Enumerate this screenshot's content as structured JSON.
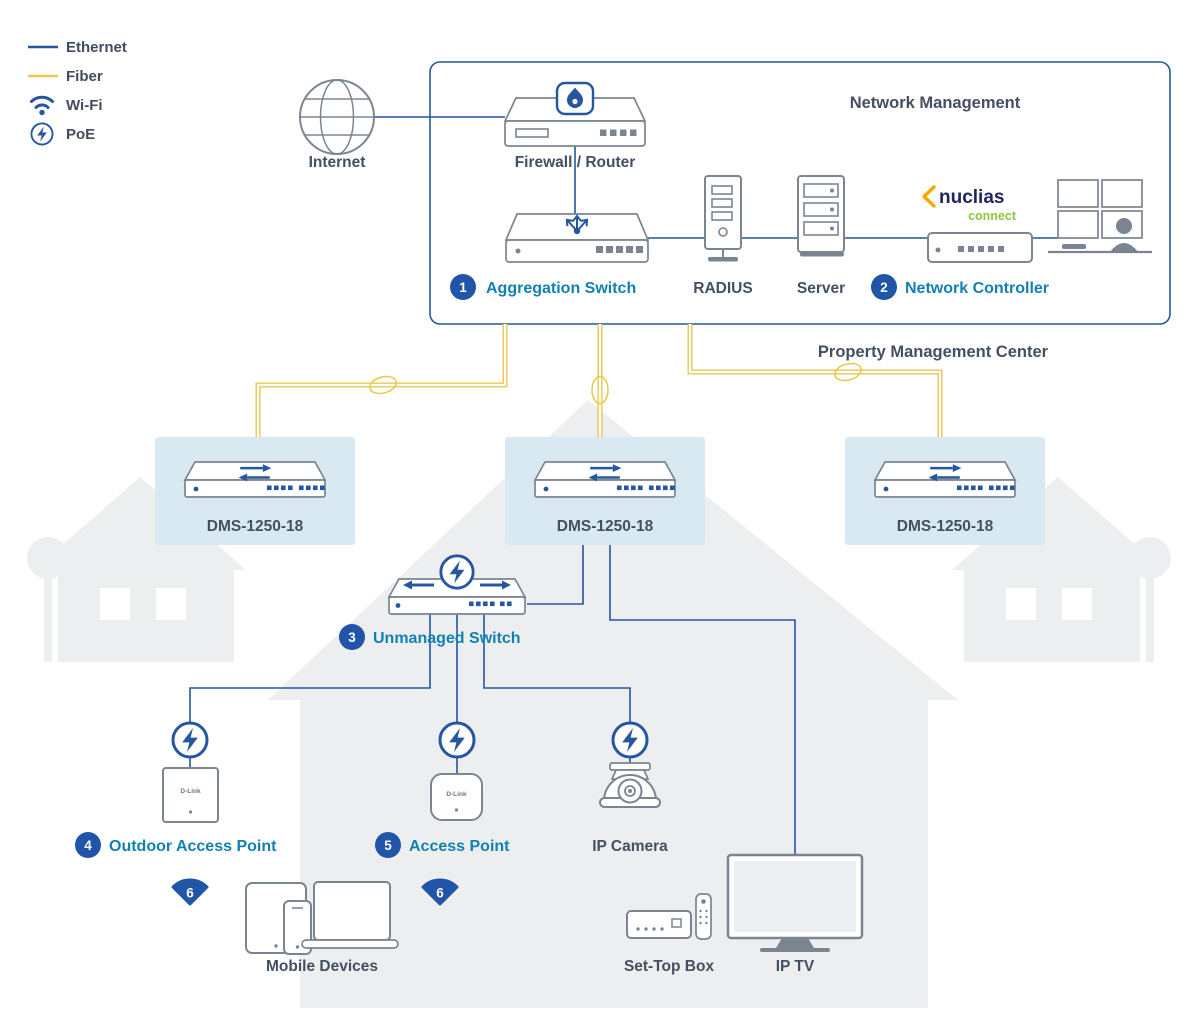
{
  "colors": {
    "ethernet_line": "#2457A0",
    "fiber_line": "#E9C750",
    "badge_blue": "#2155A8",
    "accent_teal": "#1181B2",
    "label_text": "#445061",
    "device_outline": "#7B8591",
    "dms_panel": "#D8E9F2",
    "house_silhouette": "#ECEEEF",
    "nuclias_navy": "#20255F",
    "nuclias_orange": "#F7A800",
    "nuclias_green": "#8CC63E"
  },
  "legend": {
    "ethernet": "Ethernet",
    "fiber": "Fiber",
    "wifi": "Wi-Fi",
    "poe": "PoE"
  },
  "management": {
    "title": "Network Management",
    "footer": "Property Management Center",
    "internet": "Internet",
    "firewall": "Firewall / Router",
    "aggregation": {
      "num": "1",
      "label": "Aggregation Switch"
    },
    "radius": "RADIUS",
    "server": "Server",
    "controller": {
      "num": "2",
      "label": "Network Controller"
    },
    "nuclias": {
      "name": "nuclias",
      "sub": "connect"
    }
  },
  "distribution": {
    "dms": [
      "DMS-1250-18",
      "DMS-1250-18",
      "DMS-1250-18"
    ]
  },
  "access": {
    "unmanaged": {
      "num": "3",
      "label": "Unmanaged Switch"
    },
    "outdoor_ap": {
      "num": "4",
      "label": "Outdoor Access Point"
    },
    "ap": {
      "num": "5",
      "label": "Access Point"
    },
    "camera": "IP Camera",
    "mobile": "Mobile Devices",
    "settop": "Set-Top Box",
    "iptv": "IP TV",
    "wifi_gen": "6",
    "brand": "D-Link"
  }
}
